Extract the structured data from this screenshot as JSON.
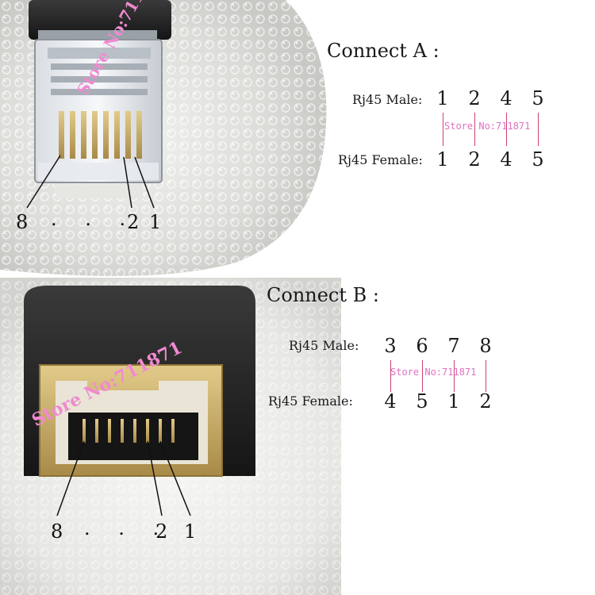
{
  "watermark": "Store No:711871",
  "connect_a": {
    "heading": "Connect A :",
    "male_label": "Rj45 Male:",
    "female_label": "Rj45 Female:",
    "male_pins": [
      "1",
      "2",
      "4",
      "5"
    ],
    "female_pins": [
      "1",
      "2",
      "4",
      "5"
    ]
  },
  "connect_b": {
    "heading": "Connect B :",
    "male_label": "Rj45 Male:",
    "female_label": "Rj45 Female:",
    "male_pins": [
      "3",
      "6",
      "7",
      "8"
    ],
    "female_pins": [
      "4",
      "5",
      "1",
      "2"
    ]
  },
  "male_photo": {
    "pin_first": "8",
    "dots": ". . .",
    "pin_second": "2",
    "pin_last": "1"
  },
  "female_photo": {
    "pin_first": "8",
    "dots": ". . .",
    "pin_second": "2",
    "pin_last": "1"
  },
  "colors": {
    "watermark": "#f08ad0",
    "link_line": "#d04070",
    "gold": "#c9a85a",
    "dark": "#1d1d1d"
  }
}
